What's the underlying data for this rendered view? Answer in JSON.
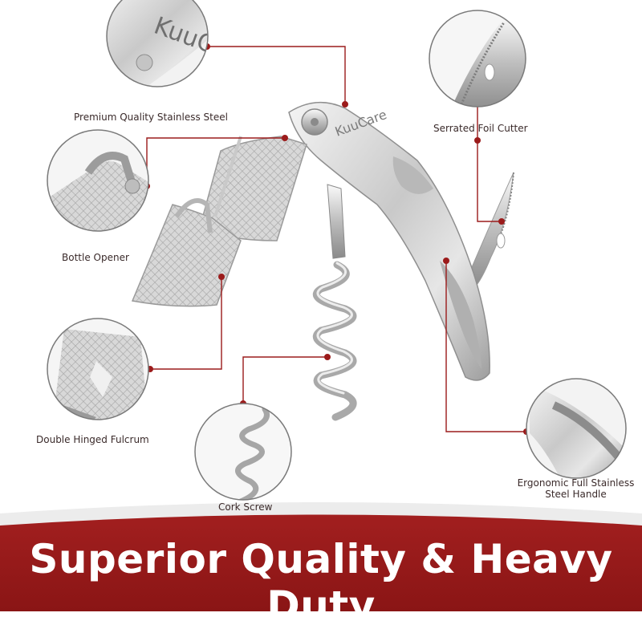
{
  "brand": {
    "wordmark": "KuuCare",
    "accent": "#9b1b1b",
    "accent_dark": "#7e1313"
  },
  "callouts": [
    {
      "id": "steel",
      "label": "Premium Quality Stainless Steel"
    },
    {
      "id": "opener",
      "label": "Bottle Opener"
    },
    {
      "id": "fulcrum",
      "label": "Double Hinged Fulcrum"
    },
    {
      "id": "corkscrew",
      "label": "Cork Screw"
    },
    {
      "id": "foil",
      "label": "Serrated Foil Cutter"
    },
    {
      "id": "handle",
      "label_line1": "Ergonomic Full Stainless",
      "label_line2": "Steel Handle"
    }
  ],
  "banner": {
    "title": "Superior Quality & Heavy Duty"
  },
  "icons": [
    "zoom-circle",
    "leader-line-dot"
  ]
}
